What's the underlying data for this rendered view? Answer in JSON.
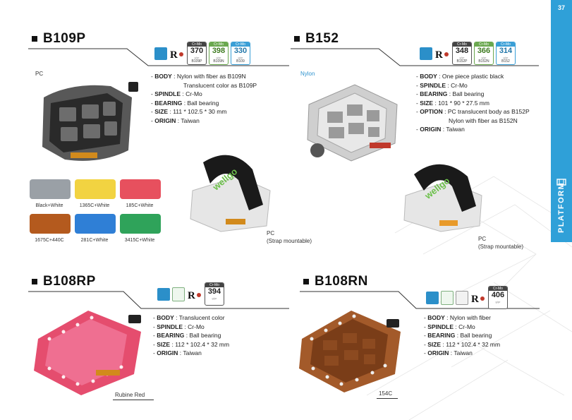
{
  "page": {
    "number": "37",
    "section": "PLATFORM"
  },
  "products": [
    {
      "name": "B109P",
      "caption": "PC",
      "weights": [
        {
          "material": "Cr-Mo",
          "value": "370",
          "unit": "g/pr",
          "code": "B109P"
        },
        {
          "material": "Cr-Mo",
          "value": "398",
          "unit": "g/pr",
          "code": "B109N"
        },
        {
          "material": "Cr-Mo",
          "value": "330",
          "unit": "g/pr",
          "code": "B109"
        }
      ],
      "specs": [
        {
          "key": "BODY",
          "value": "Nylon with fiber as B109N"
        },
        {
          "key": "",
          "value": "Translucent color as B109P"
        },
        {
          "key": "SPINDLE",
          "value": "Cr-Mo"
        },
        {
          "key": "BEARING",
          "value": "Ball bearing"
        },
        {
          "key": "SIZE",
          "value": "111 * 102.5 * 30 mm"
        },
        {
          "key": "ORIGIN",
          "value": "Taiwan"
        }
      ],
      "strap_caption_1": "PC",
      "strap_caption_2": "(Strap mountable)",
      "colors": [
        {
          "label": "Black+White",
          "color": "#9aa0a6"
        },
        {
          "label": "1365C+White",
          "color": "#f2d341"
        },
        {
          "label": "185C+White",
          "color": "#e7505e"
        },
        {
          "label": "1675C+440C",
          "color": "#b45a1e"
        },
        {
          "label": "281C+White",
          "color": "#2f7fd6"
        },
        {
          "label": "3415C+White",
          "color": "#2fa35a"
        }
      ]
    },
    {
      "name": "B152",
      "caption": "Nylon",
      "weights": [
        {
          "material": "Cr-Mo",
          "value": "348",
          "unit": "g/pr",
          "code": "B152P"
        },
        {
          "material": "Cr-Mo",
          "value": "366",
          "unit": "g/pr",
          "code": "B152N"
        },
        {
          "material": "Cr-Mo",
          "value": "314",
          "unit": "g/pr",
          "code": "B152"
        }
      ],
      "specs": [
        {
          "key": "BODY",
          "value": "One piece plastic black"
        },
        {
          "key": "SPINDLE",
          "value": "Cr-Mo"
        },
        {
          "key": "BEARING",
          "value": "Ball bearing"
        },
        {
          "key": "SIZE",
          "value": "101 * 90 * 27.5 mm"
        },
        {
          "key": "OPTION",
          "value": "PC translucent body as B152P"
        },
        {
          "key": "",
          "value": "Nylon with fiber as B152N"
        },
        {
          "key": "ORIGIN",
          "value": "Taiwan"
        }
      ],
      "strap_caption_1": "PC",
      "strap_caption_2": "(Strap mountable)"
    },
    {
      "name": "B108RP",
      "caption": "Rubine Red",
      "weights": [
        {
          "material": "Cr-Mo",
          "value": "394",
          "unit": "g/pr",
          "code": ""
        }
      ],
      "specs": [
        {
          "key": "BODY",
          "value": "Translucent color"
        },
        {
          "key": "SPINDLE",
          "value": "Cr-Mo"
        },
        {
          "key": "BEARING",
          "value": "Ball bearing"
        },
        {
          "key": "SIZE",
          "value": "112 * 102.4 * 32 mm"
        },
        {
          "key": "ORIGIN",
          "value": "Taiwan"
        }
      ]
    },
    {
      "name": "B108RN",
      "caption": "154C",
      "weights": [
        {
          "material": "Cr-Mo",
          "value": "406",
          "unit": "g/pr",
          "code": ""
        }
      ],
      "specs": [
        {
          "key": "BODY",
          "value": "Nylon with fiber"
        },
        {
          "key": "SPINDLE",
          "value": "Cr-Mo"
        },
        {
          "key": "BEARING",
          "value": "Ball bearing"
        },
        {
          "key": "SIZE",
          "value": "112 * 102.4 * 32 mm"
        },
        {
          "key": "ORIGIN",
          "value": "Taiwan"
        }
      ]
    }
  ],
  "strap_logo": "wellgo",
  "colors": {
    "accent_blue": "#2fa0d8",
    "strap_green": "#6cc04a",
    "pedal_smoke": "#3a3a3a",
    "pedal_silver": "#c9c9c9",
    "pedal_red": "#e23a5e",
    "pedal_brown": "#a35a2a"
  }
}
